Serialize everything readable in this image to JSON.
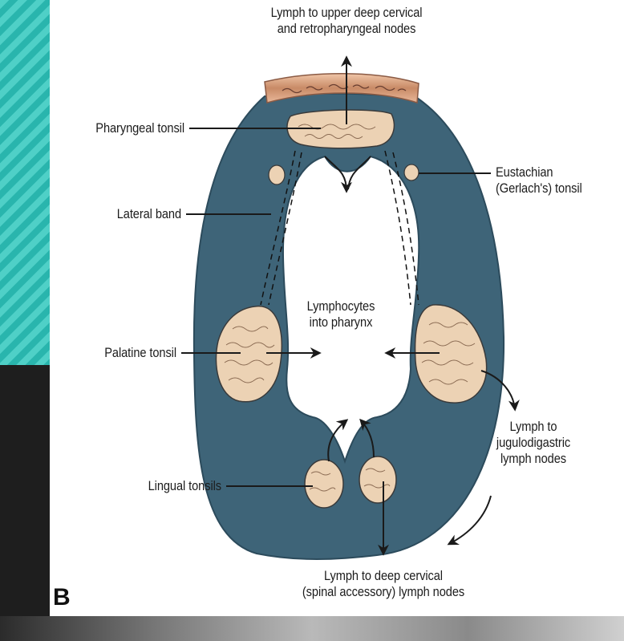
{
  "figure": {
    "panel_letter": "B",
    "colors": {
      "mucosa": "#3e6478",
      "mucosa_edge": "#2f4f61",
      "tonsil_fill": "#ecd2b4",
      "tonsil_edge": "#3a3a3a",
      "adenoid_band": "#d9a27f",
      "teal_stripe_a": "#29b5ad",
      "teal_stripe_b": "#49cdc4",
      "dark_bar": "#1e1e1e",
      "line": "#1a1a1a"
    },
    "labels": {
      "top_lymph": [
        "Lymph to upper deep cervical",
        "and retropharyngeal nodes"
      ],
      "pharyngeal_tonsil": "Pharyngeal tonsil",
      "eustachian_tonsil": [
        "Eustachian",
        "(Gerlach's) tonsil"
      ],
      "lateral_band": "Lateral band",
      "lymphocytes": [
        "Lymphocytes",
        "into pharynx"
      ],
      "palatine_tonsil": "Palatine tonsil",
      "jugulodigastric": [
        "Lymph to",
        "jugulodigastric",
        "lymph nodes"
      ],
      "lingual_tonsils": "Lingual tonsils",
      "bottom_lymph": [
        "Lymph to deep cervical",
        "(spinal accessory) lymph nodes"
      ]
    }
  }
}
